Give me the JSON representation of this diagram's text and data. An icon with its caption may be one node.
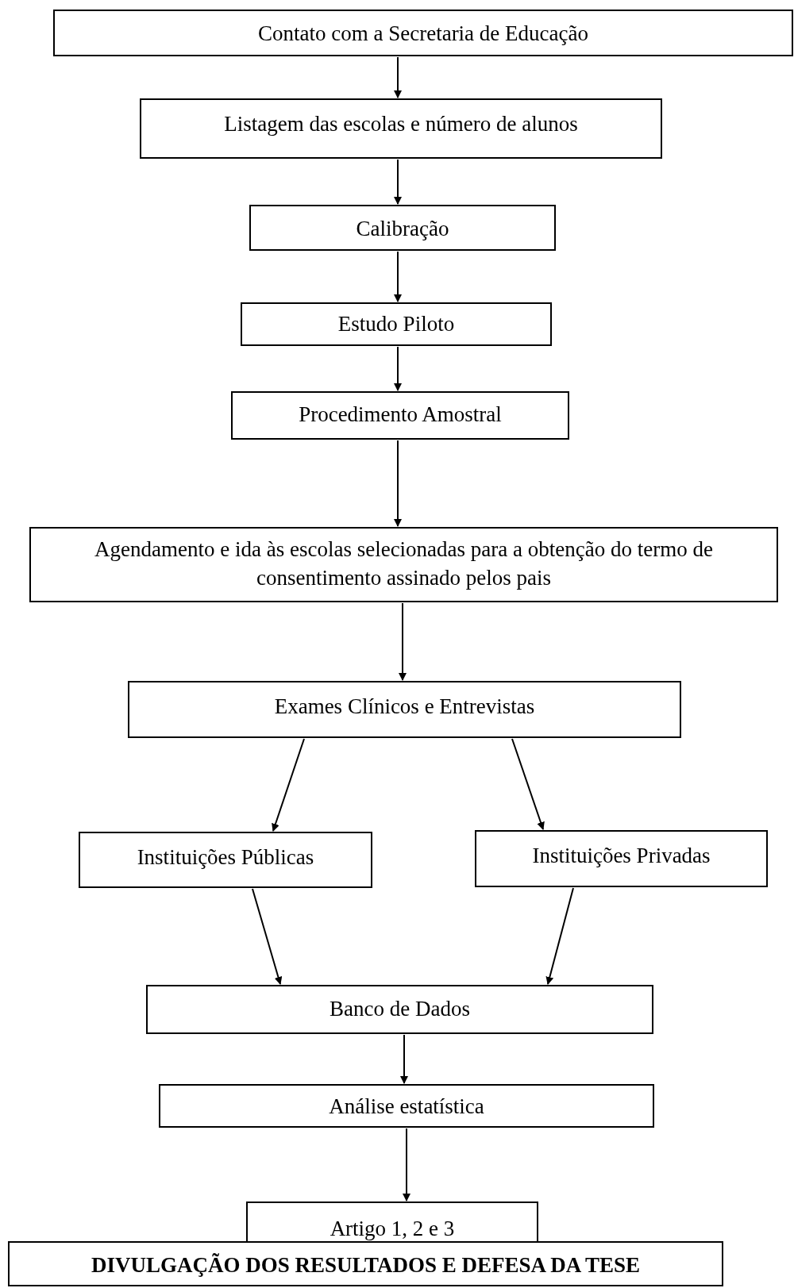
{
  "diagram": {
    "nodes": [
      {
        "text": [
          "Contato com a Secretaria de Educação"
        ]
      },
      {
        "text": [
          "Listagem das escolas e número de alunos"
        ]
      },
      {
        "text": [
          "Calibração"
        ]
      },
      {
        "text": [
          "Estudo Piloto"
        ]
      },
      {
        "text": [
          "Procedimento Amostral"
        ]
      },
      {
        "text": [
          "Agendamento e ida às escolas selecionadas para a obtenção do termo de consentimento assinado pelos pais"
        ]
      },
      {
        "text": [
          "Exames Clínicos e Entrevistas"
        ]
      },
      {
        "text": [
          "Instituições Públicas"
        ]
      },
      {
        "text": [
          "Instituições Privadas"
        ]
      },
      {
        "text": [
          "Banco de Dados"
        ]
      },
      {
        "text": [
          "Análise estatística"
        ]
      },
      {
        "text": [
          "Artigo 1, 2 e 3"
        ]
      },
      {
        "text": [
          "DIVULGAÇÃO DOS RESULTADOS E DEFESA DA TESE"
        ]
      }
    ],
    "edges": [
      {
        "from": 0,
        "to": 1,
        "arrow": "to"
      },
      {
        "from": 1,
        "to": 2,
        "arrow": "to"
      },
      {
        "from": 2,
        "to": 3,
        "arrow": "to"
      },
      {
        "from": 3,
        "to": 4,
        "arrow": "to"
      },
      {
        "from": 4,
        "to": 5,
        "arrow": "to"
      },
      {
        "from": 5,
        "to": 6,
        "arrow": "to"
      },
      {
        "from": 6,
        "to": 7,
        "arrow": "to"
      },
      {
        "from": 6,
        "to": 8,
        "arrow": "to"
      },
      {
        "from": 7,
        "to": 9,
        "arrow": "to"
      },
      {
        "from": 8,
        "to": 9,
        "arrow": "to"
      },
      {
        "from": 9,
        "to": 10,
        "arrow": "to"
      },
      {
        "from": 10,
        "to": 11,
        "arrow": "to"
      }
    ]
  }
}
